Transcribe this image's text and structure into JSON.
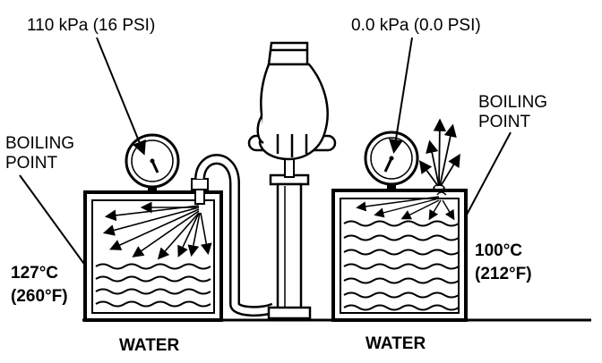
{
  "labels": {
    "left_gauge": "110 kPa (16 PSI)",
    "right_gauge": "0.0 kPa (0.0 PSI)",
    "left_boiling": [
      "BOILING",
      "POINT"
    ],
    "right_boiling": [
      "BOILING",
      "POINT"
    ],
    "left_temp": [
      "127°C",
      "(260°F)"
    ],
    "right_temp": [
      "100°C",
      "(212°F)"
    ],
    "left_water": "WATER",
    "right_water": "WATER"
  },
  "icons": [
    "pressure-gauge-icon",
    "hand-icon",
    "hand-pump-icon",
    "steam-arrow-icon"
  ]
}
